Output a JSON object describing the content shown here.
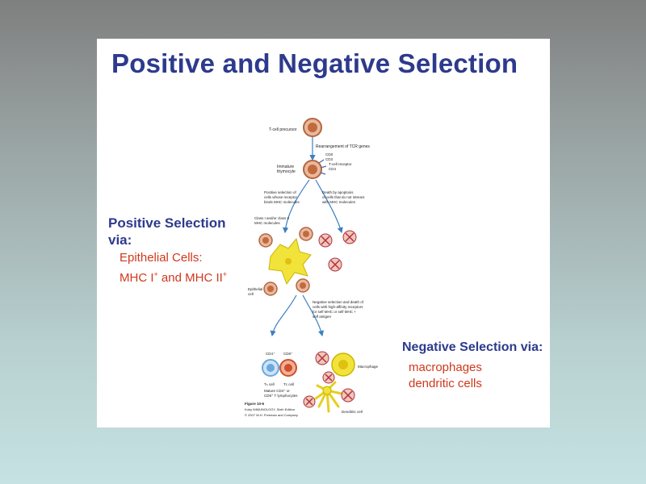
{
  "slide": {
    "title": "Positive and Negative Selection",
    "positive": {
      "heading_line1": "Positive Selection",
      "heading_line2": "via:",
      "body_line1": "Epithelial Cells:",
      "body_line2_a": "MHC I",
      "body_line2_sup1": "+",
      "body_line2_b": " and MHC II",
      "body_line2_sup2": "+"
    },
    "negative": {
      "heading": "Negative Selection via:",
      "items": [
        "macrophages",
        "dendritic cells"
      ]
    }
  },
  "figure": {
    "labels": {
      "precursor": "T-cell precursor",
      "rearrangement": "Rearrangement of TCR genes",
      "cd8": "CD8",
      "cd3": "CD3",
      "tcr": "T-cell receptor",
      "cd4": "CD4",
      "immature_1": "Immature",
      "immature_2": "thymocyte",
      "pos_sel_1": "Positive selection of",
      "pos_sel_2": "cells whose receptor",
      "pos_sel_3": "binds MHC molecules",
      "death_1": "Death by apoptosis",
      "death_2": "of cells that do not interact",
      "death_3": "with MHC molecules",
      "mhc_1": "Class I and/or class II",
      "mhc_2": "MHC molecules",
      "epithelial_1": "Epithelial",
      "epithelial_2": "cell",
      "negsel_1": "Negative selection and death of",
      "negsel_2": "cells with high-affinity receptors",
      "negsel_3": "for self MHC or self MHC +",
      "negsel_4": "self antigen",
      "cd4plus": "CD4⁺",
      "cd8plus": "CD8⁺",
      "th": "Tₕ cell",
      "tc": "Tᴄ cell",
      "mature_1": "Mature CD4⁺ or",
      "mature_2": "CD8⁺ T lymphocytes",
      "macrophage": "Macrophage",
      "dendritic": "Dendritic cell",
      "caption_1": "Figure 10-6",
      "caption_2": "Kuby IMMUNOLOGY, Sixth Edition",
      "caption_3": "© 2007 W.H. Freeman and Company"
    },
    "colors": {
      "thymocyte": "#e8b8a0",
      "thymocyte_core": "#c26a3a",
      "epithelial": "#f2e33a",
      "cd4_cell": "#6aa8e0",
      "cd8_cell": "#d0502c",
      "dead_cell": "#f0c8b4",
      "dead_x": "#b0304a"
    }
  }
}
